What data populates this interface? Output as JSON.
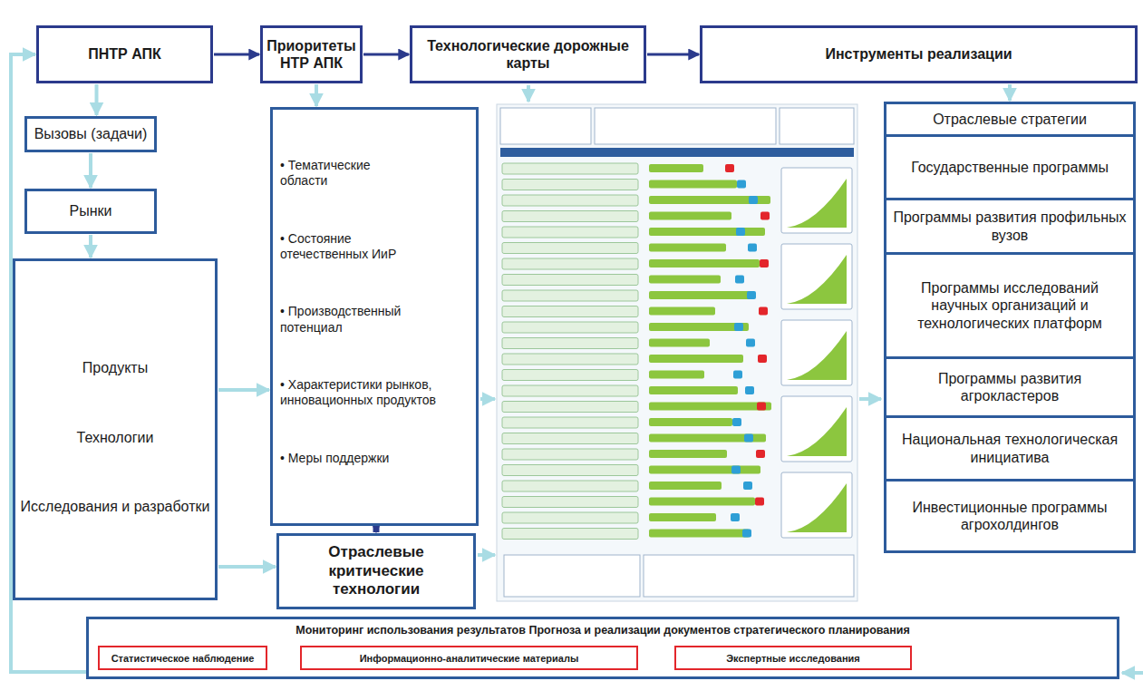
{
  "diagram": {
    "nodes": [
      {
        "text": [
          "ПНТР АПК"
        ]
      },
      {
        "text": [
          "Приоритеты НТР АПК"
        ]
      },
      {
        "text": [
          "Технологические дорожные карты"
        ]
      },
      {
        "text": [
          "Инструменты реализации"
        ]
      },
      {
        "text": [
          "Вызовы (задачи)"
        ]
      },
      {
        "text": [
          "Рынки"
        ]
      },
      {
        "text": []
      },
      {
        "text": [
          "Продукты"
        ],
        "in": 6
      },
      {
        "text": [
          "Технологии"
        ],
        "in": 6
      },
      {
        "text": [
          "Исследования и разработки"
        ],
        "in": 6
      },
      {
        "text": [
          "• Тематические области",
          "• Состояние отечественных ИиР",
          "• Производственный потенциал",
          "• Характеристики рынков, инновационных продуктов",
          "• Меры поддержки"
        ]
      },
      {
        "text": [
          "Отраслевые критические технологии"
        ]
      },
      {
        "text": [
          "Отраслевые стратегии"
        ]
      },
      {
        "text": [
          "Государственные программы"
        ]
      },
      {
        "text": [
          "Программы развития профильных вузов"
        ]
      },
      {
        "text": [
          "Программы исследований научных организаций и технологических платформ"
        ]
      },
      {
        "text": [
          "Программы развития агрокластеров"
        ]
      },
      {
        "text": [
          "Национальная технологическая инициатива"
        ]
      },
      {
        "text": [
          "Инвестиционные программы агрохолдингов"
        ]
      },
      {
        "text": [
          "Мониторинг использования результатов Прогноза и реализации документов стратегического планирования"
        ]
      },
      {
        "text": [
          "Статистическое наблюдение"
        ],
        "in": 19
      },
      {
        "text": [
          "Информационно-аналитические материалы"
        ],
        "in": 19
      },
      {
        "text": [
          "Экспертные исследования"
        ],
        "in": 19
      }
    ],
    "edges": [
      {
        "from": 0,
        "to": 1,
        "arrow": "to"
      },
      {
        "from": 1,
        "to": 2,
        "arrow": "to"
      },
      {
        "from": 2,
        "to": 3,
        "arrow": "to"
      },
      {
        "from": 0,
        "to": 4,
        "arrow": "to"
      },
      {
        "from": 4,
        "to": 5,
        "arrow": "to"
      },
      {
        "from": 5,
        "to": 6,
        "arrow": "to"
      },
      {
        "from": 1,
        "to": 10,
        "arrow": "to"
      },
      {
        "from": 10,
        "to": 11,
        "arrow": "to"
      },
      {
        "from": 6,
        "to": 10,
        "arrow": "to"
      },
      {
        "from": 6,
        "to": 11,
        "arrow": "to"
      },
      {
        "from": 3,
        "to": 12,
        "arrow": "to"
      },
      {
        "from": 7,
        "to": 8,
        "arrow": "both"
      },
      {
        "from": 8,
        "to": 9,
        "arrow": "both"
      },
      {
        "from": 19,
        "to": 0,
        "arrow": "to"
      }
    ]
  }
}
